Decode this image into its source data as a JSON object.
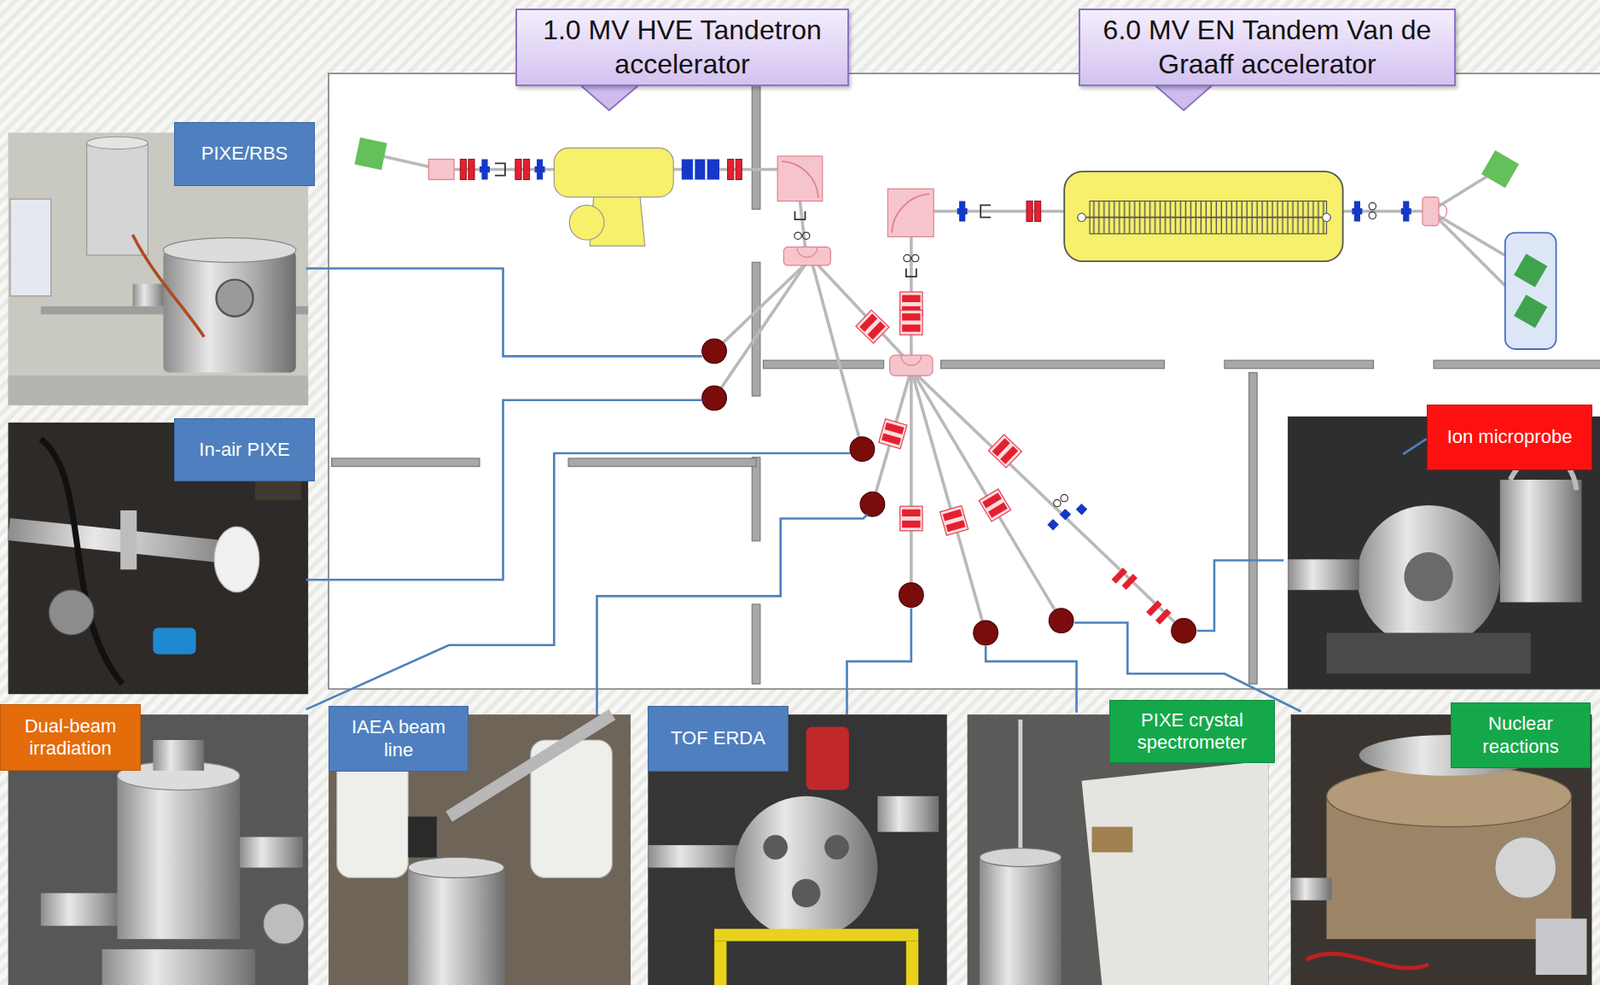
{
  "diagram": {
    "nodes": [
      {
        "text": [
          "1.0 MV HVE Tandetron accelerator"
        ]
      },
      {
        "text": [
          "6.0 MV EN Tandem Van de Graaff accelerator"
        ]
      },
      {
        "text": [
          "PIXE/RBS"
        ]
      },
      {
        "text": [
          "Ion microprobe"
        ]
      },
      {
        "text": [
          "In-air PIXE"
        ]
      },
      {
        "text": [
          "Dual-beam irradiation"
        ]
      },
      {
        "text": [
          "IAEA beam line"
        ]
      },
      {
        "text": [
          "TOF ERDA"
        ]
      },
      {
        "text": [
          "PIXE crystal spectrometer"
        ]
      },
      {
        "text": [
          "Nuclear reactions"
        ]
      }
    ]
  }
}
